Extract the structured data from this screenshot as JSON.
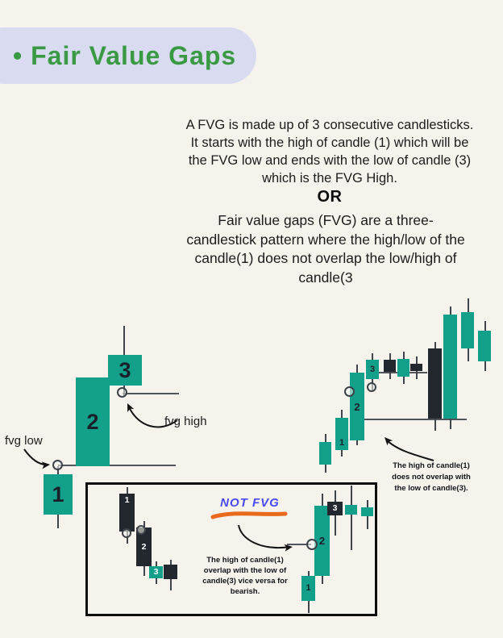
{
  "page": {
    "title": "• Fair Value Gaps"
  },
  "intro": {
    "lines": [
      "A FVG is made up of 3 consecutive candlesticks.",
      "It starts with the high of candle (1) which will be",
      "the FVG low and ends with the low of candle (3)",
      "which is the FVG High."
    ],
    "or_label": "OR",
    "definition_lines": [
      "Fair value gaps (FVG) are a three-",
      "candlestick pattern where the high/low of the",
      "candle(1) does not overlap the low/high of",
      "candle(3"
    ]
  },
  "bullish": {
    "candle1_label": "1",
    "candle2_label": "2",
    "candle3_label": "3",
    "fvg_low_label": "fvg low",
    "fvg_high_label": "fvg high"
  },
  "context": {
    "candle1_label": "1",
    "candle2_label": "2",
    "candle3_label": "3",
    "note_lines": [
      "The high of candle(1)",
      "does not overlap with",
      "the low of candle(3)."
    ]
  },
  "not_fvg": {
    "title": "NOT FVG",
    "left_candle1_label": "1",
    "left_candle2_label": "2",
    "left_candle3_label": "3",
    "right_candle1_label": "1",
    "right_candle2_label": "2",
    "right_candle3_label": "3",
    "note_lines": [
      "The high of candle(1)",
      "overlap with the low of",
      "candle(3) vice versa for",
      "bearish."
    ]
  },
  "colors": {
    "bullish_green": "#13a08b",
    "bearish_dark": "#23272e",
    "title_green": "#3a9a44",
    "title_pill_bg": "#d9dcf0",
    "not_fvg_blue": "#4949f0",
    "scribble_orange": "#e9691d",
    "page_bg": "#f6f3ed"
  }
}
